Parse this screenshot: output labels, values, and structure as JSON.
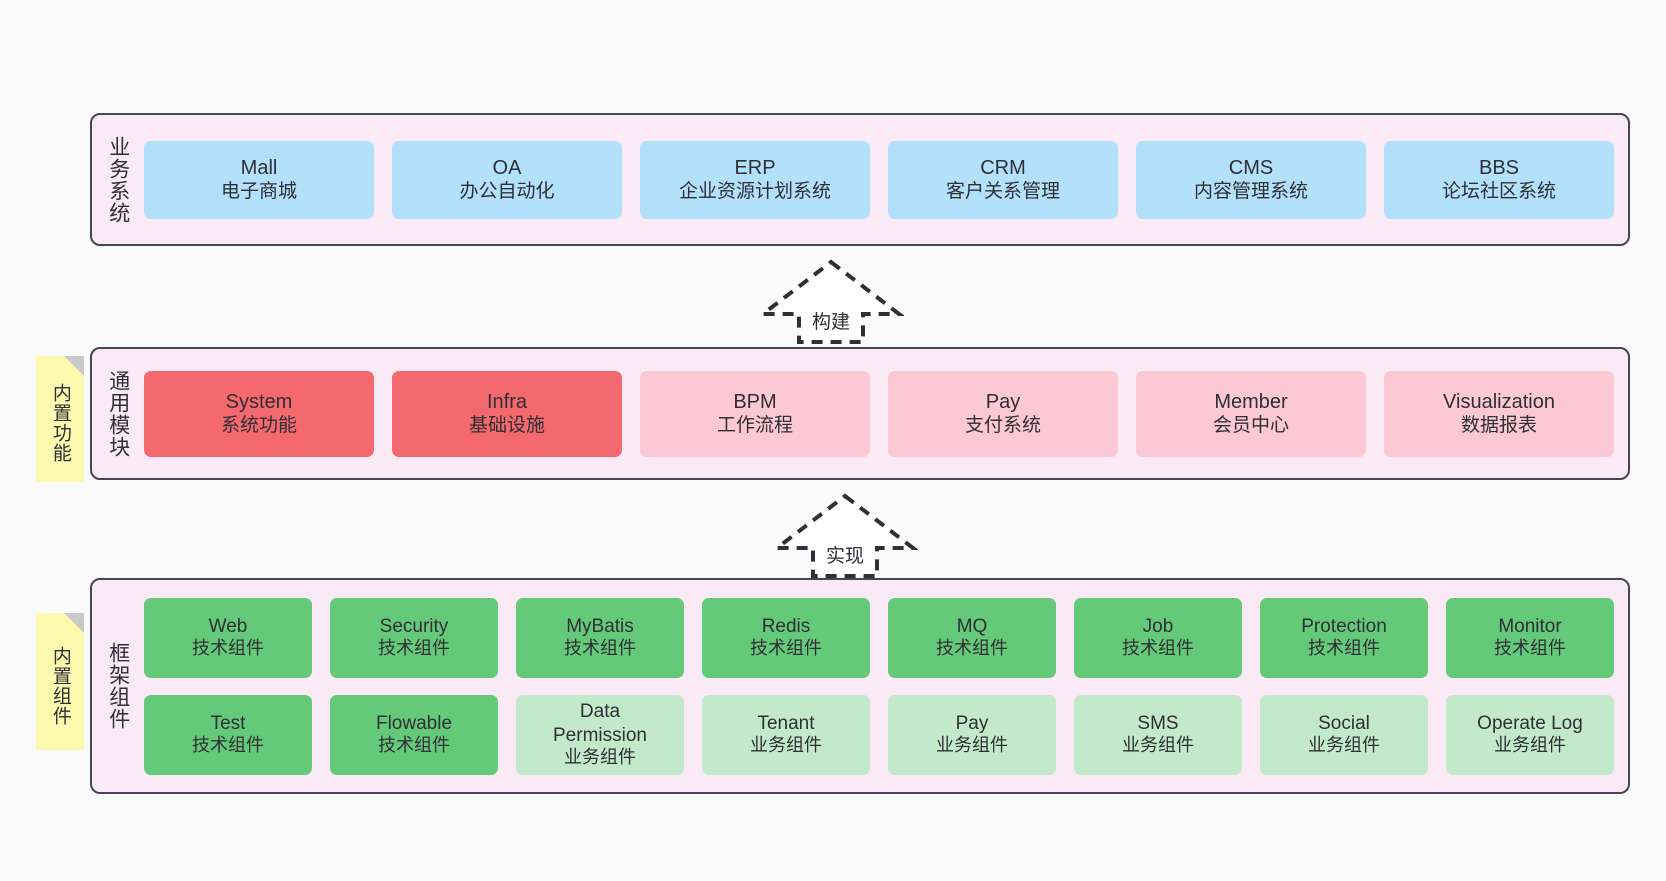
{
  "layers": [
    {
      "id": "business",
      "title": "业务系统",
      "rows": [
        {
          "cards": [
            {
              "en": "Mall",
              "cn": "电子商城",
              "color": "#b3e0fb"
            },
            {
              "en": "OA",
              "cn": "办公自动化",
              "color": "#b3e0fb"
            },
            {
              "en": "ERP",
              "cn": "企业资源计划系统",
              "color": "#b3e0fb"
            },
            {
              "en": "CRM",
              "cn": "客户关系管理",
              "color": "#b3e0fb"
            },
            {
              "en": "CMS",
              "cn": "内容管理系统",
              "color": "#b3e0fb"
            },
            {
              "en": "BBS",
              "cn": "论坛社区系统",
              "color": "#b3e0fb"
            }
          ]
        }
      ]
    },
    {
      "id": "common-modules",
      "title": "通用模块",
      "sticky": "内置功能",
      "rows": [
        {
          "cards": [
            {
              "en": "System",
              "cn": "系统功能",
              "color": "#f4696e"
            },
            {
              "en": "Infra",
              "cn": "基础设施",
              "color": "#f4696e"
            },
            {
              "en": "BPM",
              "cn": "工作流程",
              "color": "#fbc8d4"
            },
            {
              "en": "Pay",
              "cn": "支付系统",
              "color": "#fbc8d4"
            },
            {
              "en": "Member",
              "cn": "会员中心",
              "color": "#fbc8d4"
            },
            {
              "en": "Visualization",
              "cn": "数据报表",
              "color": "#fbc8d4"
            }
          ]
        }
      ]
    },
    {
      "id": "framework-components",
      "title": "框架组件",
      "sticky": "内置组件",
      "rows": [
        {
          "cards": [
            {
              "en": "Web",
              "cn": "技术组件",
              "color": "#64ca79"
            },
            {
              "en": "Security",
              "cn": "技术组件",
              "color": "#64ca79"
            },
            {
              "en": "MyBatis",
              "cn": "技术组件",
              "color": "#64ca79"
            },
            {
              "en": "Redis",
              "cn": "技术组件",
              "color": "#64ca79"
            },
            {
              "en": "MQ",
              "cn": "技术组件",
              "color": "#64ca79"
            },
            {
              "en": "Job",
              "cn": "技术组件",
              "color": "#64ca79"
            },
            {
              "en": "Protection",
              "cn": "技术组件",
              "color": "#64ca79"
            },
            {
              "en": "Monitor",
              "cn": "技术组件",
              "color": "#64ca79"
            }
          ]
        },
        {
          "cards": [
            {
              "en": "Test",
              "cn": "技术组件",
              "color": "#64ca79"
            },
            {
              "en": "Flowable",
              "cn": "技术组件",
              "color": "#64ca79"
            },
            {
              "en": "Data Permission",
              "cn": "业务组件",
              "color": "#c2e9ca"
            },
            {
              "en": "Tenant",
              "cn": "业务组件",
              "color": "#c2e9ca"
            },
            {
              "en": "Pay",
              "cn": "业务组件",
              "color": "#c2e9ca"
            },
            {
              "en": "SMS",
              "cn": "业务组件",
              "color": "#c2e9ca"
            },
            {
              "en": "Social",
              "cn": "业务组件",
              "color": "#c2e9ca"
            },
            {
              "en": "Operate Log",
              "cn": "业务组件",
              "color": "#c2e9ca"
            }
          ]
        }
      ]
    }
  ],
  "arrows": [
    {
      "id": "build",
      "label": "构建"
    },
    {
      "id": "implement",
      "label": "实现"
    }
  ],
  "colors": {
    "background": "#fafafa",
    "panel_fill": "#faeaf5",
    "panel_border": "#4a4458",
    "sticky_fill": "#fdfaaf",
    "sticky_fold": "#c9c9c9",
    "text": "#2f2f35",
    "blue": "#b3e0fb",
    "red": "#f4696e",
    "pink": "#fbc8d4",
    "green": "#64ca79",
    "light_green": "#c2e9ca"
  }
}
